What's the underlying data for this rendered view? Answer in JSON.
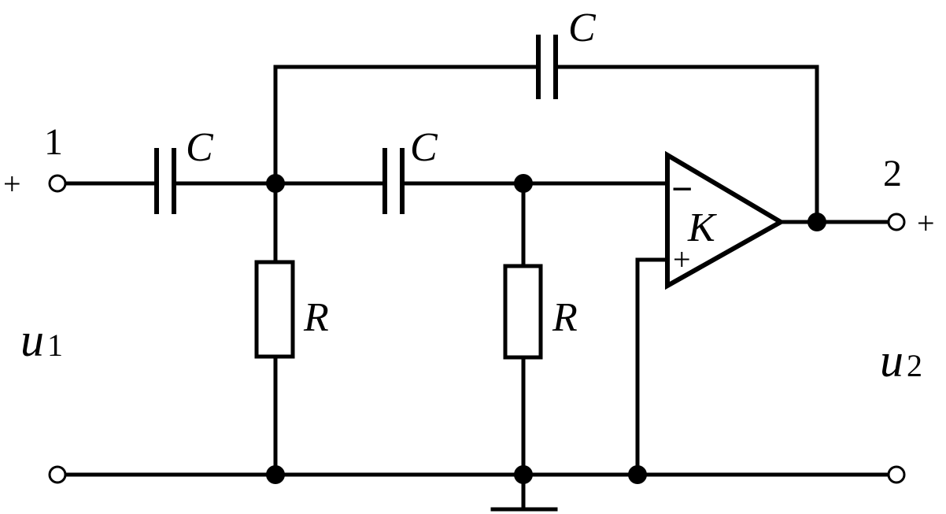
{
  "terminals": {
    "in_number": "1",
    "in_polarity": "+",
    "out_number": "2",
    "out_polarity": "+"
  },
  "components": {
    "input_capacitor": "C",
    "middle_capacitor": "C",
    "feedback_capacitor": "C",
    "left_resistor": "R",
    "right_resistor": "R"
  },
  "amplifier": {
    "gain": "K",
    "inverting_sign": "−",
    "noninverting_sign": "+"
  },
  "voltages": {
    "input": {
      "symbol": "u",
      "subscript": "1"
    },
    "output": {
      "symbol": "u",
      "subscript": "2"
    }
  }
}
